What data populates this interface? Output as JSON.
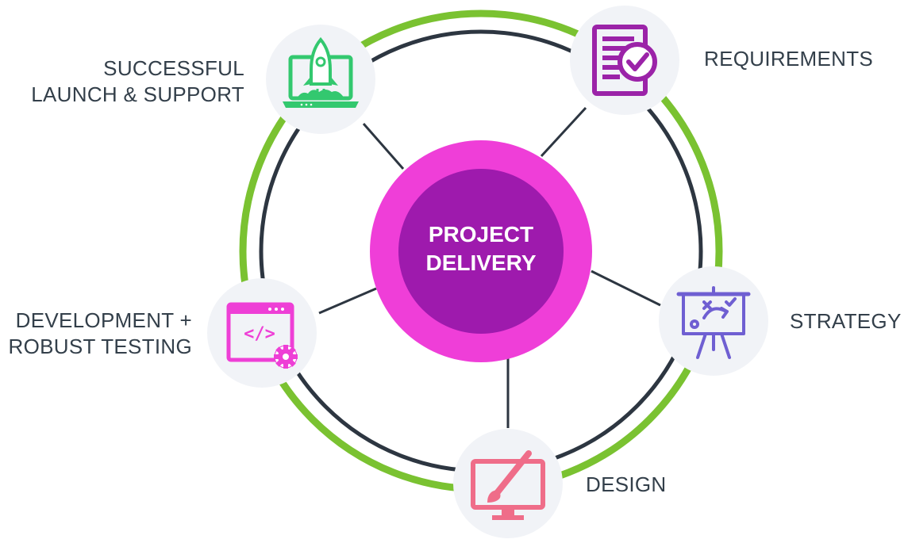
{
  "center": {
    "title_line1": "PROJECT",
    "title_line2": "DELIVERY"
  },
  "stages": [
    {
      "key": "requirements",
      "lines": [
        "REQUIREMENTS"
      ],
      "icon": "document-check-icon"
    },
    {
      "key": "strategy",
      "lines": [
        "STRATEGY"
      ],
      "icon": "strategy-board-icon"
    },
    {
      "key": "design",
      "lines": [
        "DESIGN"
      ],
      "icon": "monitor-paintbrush-icon"
    },
    {
      "key": "development",
      "lines": [
        "DEVELOPMENT +",
        "ROBUST TESTING"
      ],
      "icon": "code-window-gear-icon"
    },
    {
      "key": "launch",
      "lines": [
        "SUCCESSFUL",
        "LAUNCH & SUPPORT"
      ],
      "icon": "laptop-rocket-icon"
    }
  ],
  "colors": {
    "outer_ring": "#7ac231",
    "inner_ring": "#2d3641",
    "connector": "#2d3641",
    "center_outer": "#ef3ed8",
    "center_inner": "#9e1aad",
    "center_text": "#ffffff",
    "icon_bg": "#f1f3f7",
    "label_text": "#333f4a",
    "requirements_icon": "#9b23a8",
    "strategy_icon": "#6f5fd2",
    "design_icon": "#ef6d89",
    "development_icon": "#ee3fd6",
    "launch_icon": "#33c86f"
  }
}
